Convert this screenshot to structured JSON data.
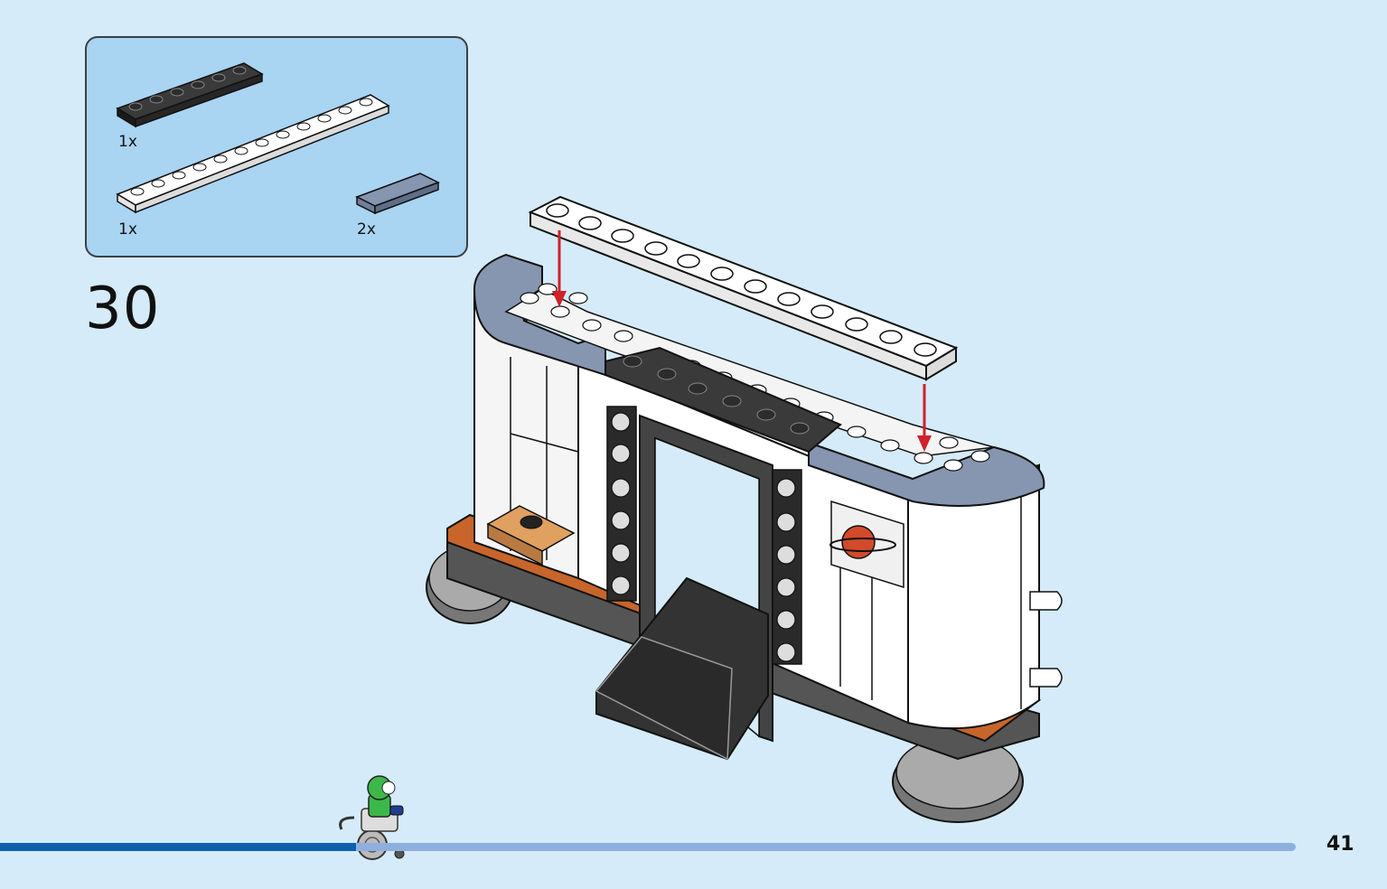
{
  "step": {
    "number": "30"
  },
  "parts": [
    {
      "name": "black-plate-1x6",
      "quantity": "1x"
    },
    {
      "name": "white-plate-1x12",
      "quantity": "1x"
    },
    {
      "name": "sand-blue-tile-1x2",
      "quantity": "2x"
    }
  ],
  "page": {
    "number": "41"
  },
  "progress": {
    "fraction": 0.275
  },
  "colors": {
    "background": "#d5ebf9",
    "parts_box": "#a9d4f2",
    "progress_fill": "#0f5fb0",
    "progress_track": "#8fb0de",
    "sand_blue": "#8695b0",
    "orange": "#c8652a",
    "arrow": "#d0202a"
  }
}
